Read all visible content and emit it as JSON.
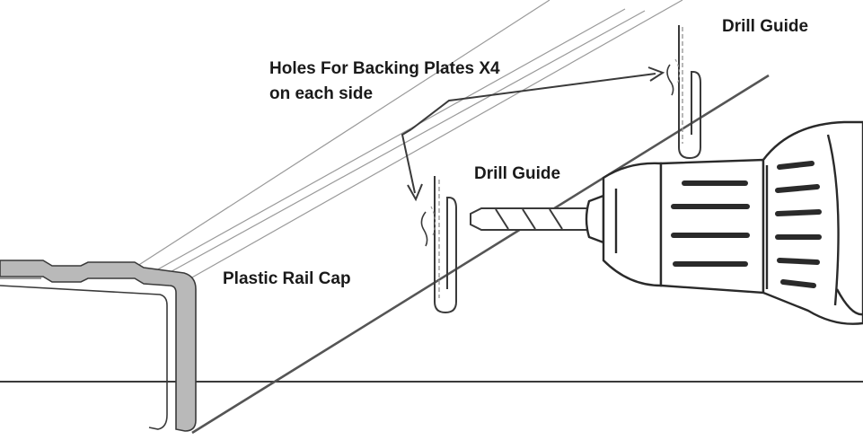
{
  "labels": {
    "holes_line1": "Holes For Backing Plates X4",
    "holes_line2": "on each side",
    "drill_guide_top": "Drill Guide",
    "drill_guide_bottom": "Drill Guide",
    "rail_cap": "Plastic Rail Cap"
  },
  "colors": {
    "stroke": "#3a3a3a",
    "light_stroke": "#9a9a9a",
    "cap_fill": "#b9b9b9",
    "background": "#ffffff"
  }
}
